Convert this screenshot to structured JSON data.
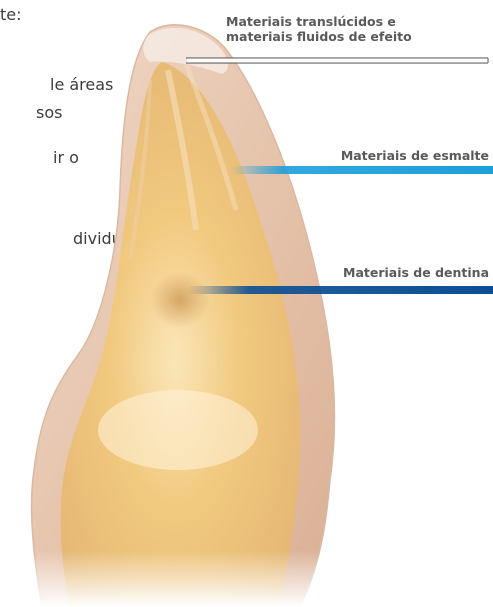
{
  "body_text_fragments": [
    "te:",
    "le áreas",
    "sos",
    "ir o",
    "dividuais"
  ],
  "callouts": {
    "translucent": {
      "line1": "Materiais translúcidos e",
      "line2": "materiais fluidos de efeito",
      "color": "#ffffff"
    },
    "enamel": {
      "label": "Materiais de esmalte",
      "color": "#1e9fd8"
    },
    "dentin": {
      "label": "Materiais de dentina",
      "color": "#0b4e93"
    }
  }
}
